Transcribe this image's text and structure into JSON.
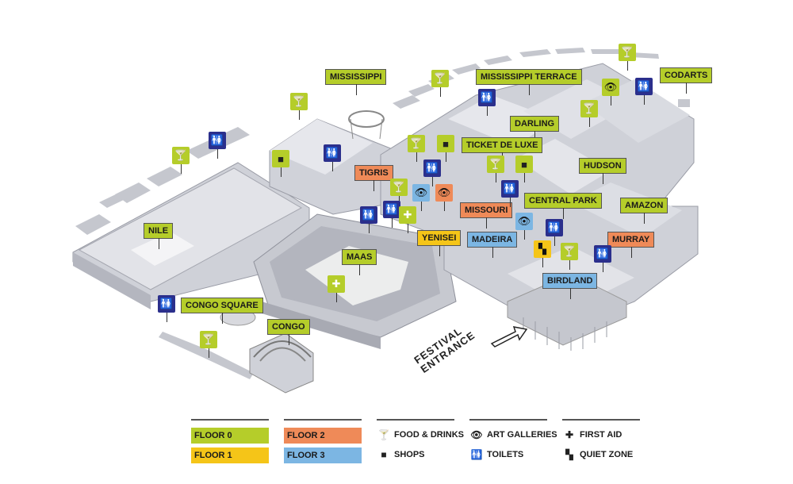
{
  "map": {
    "entrance_label": [
      "FESTIVAL",
      "ENTRANCE"
    ],
    "venues": [
      {
        "name": "MISSISSIPPI",
        "floor": "f0"
      },
      {
        "name": "MISSISSIPPI TERRACE",
        "floor": "f0"
      },
      {
        "name": "CODARTS",
        "floor": "f0"
      },
      {
        "name": "DARLING",
        "floor": "f0"
      },
      {
        "name": "TICKET DE LUXE",
        "floor": "f0"
      },
      {
        "name": "TIGRIS",
        "floor": "f2"
      },
      {
        "name": "HUDSON",
        "floor": "f0"
      },
      {
        "name": "CENTRAL PARK",
        "floor": "f0"
      },
      {
        "name": "AMAZON",
        "floor": "f0"
      },
      {
        "name": "MISSOURI",
        "floor": "f2"
      },
      {
        "name": "NILE",
        "floor": "f0"
      },
      {
        "name": "YENISEI",
        "floor": "f1"
      },
      {
        "name": "MADEIRA",
        "floor": "f3"
      },
      {
        "name": "MURRAY",
        "floor": "f2"
      },
      {
        "name": "MAAS",
        "floor": "f0"
      },
      {
        "name": "BIRDLAND",
        "floor": "f3"
      },
      {
        "name": "CONGO SQUARE",
        "floor": "f0"
      },
      {
        "name": "CONGO",
        "floor": "f0"
      }
    ],
    "icons": {
      "toilet": "toilets-icon",
      "food": "food-drinks-icon",
      "shop": "shops-icon",
      "eye": "art-galleries-icon",
      "aid": "first-aid-icon",
      "quiet": "quiet-zone-icon"
    }
  },
  "legend": {
    "floors": [
      {
        "label": "FLOOR 0",
        "color": "#b5cd2a"
      },
      {
        "label": "FLOOR 1",
        "color": "#f5c518"
      },
      {
        "label": "FLOOR 2",
        "color": "#ef8a58"
      },
      {
        "label": "FLOOR 3",
        "color": "#7cb6e3"
      }
    ],
    "facilities": [
      {
        "label": "FOOD & DRINKS",
        "icon": "food-drinks-icon"
      },
      {
        "label": "SHOPS",
        "icon": "shops-icon"
      },
      {
        "label": "ART GALLERIES",
        "icon": "art-galleries-icon"
      },
      {
        "label": "TOILETS",
        "icon": "toilets-icon"
      },
      {
        "label": "FIRST AID",
        "icon": "first-aid-icon"
      },
      {
        "label": "QUIET ZONE",
        "icon": "quiet-zone-icon"
      }
    ]
  }
}
